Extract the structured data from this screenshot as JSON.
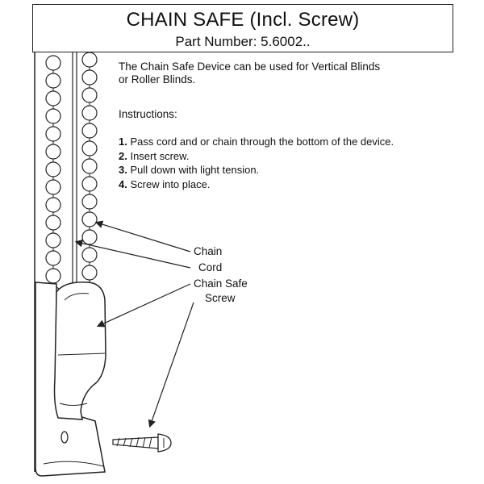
{
  "header": {
    "title": "CHAIN SAFE (Incl. Screw)",
    "part_number": "Part Number: 5.6002.."
  },
  "description": {
    "line1": "The Chain Safe Device can be used for Vertical Blinds",
    "line2": "or Roller Blinds."
  },
  "instructions": {
    "heading": "Instructions:",
    "steps": [
      {
        "num": "1.",
        "text": "Pass cord and or chain through the bottom of the device."
      },
      {
        "num": "2.",
        "text": "Insert screw."
      },
      {
        "num": "3.",
        "text": "Pull down with light tension."
      },
      {
        "num": "4.",
        "text": "Screw into place."
      }
    ]
  },
  "callouts": {
    "chain": "Chain",
    "cord": "Cord",
    "chain_safe": "Chain Safe",
    "screw": "Screw"
  },
  "colors": {
    "line": "#222222",
    "background": "#ffffff"
  }
}
